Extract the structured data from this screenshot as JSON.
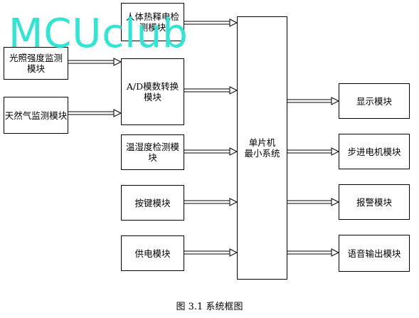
{
  "watermark": "MCUclub",
  "blocks": {
    "pir": "人体热释电检测模块",
    "light": "光照强度监测模块",
    "ad": "A/D模数转换模块",
    "gas": "天然气监测模块",
    "temp": "温湿度检测模块",
    "keys": "按键模块",
    "power": "供电模块",
    "mcu_line1": "单片机",
    "mcu_line2": "最小系统",
    "display": "显示模块",
    "stepper": "步进电机模块",
    "alarm": "报警模块",
    "voice": "语音输出模块"
  },
  "caption": "图 3.1  系统框图"
}
